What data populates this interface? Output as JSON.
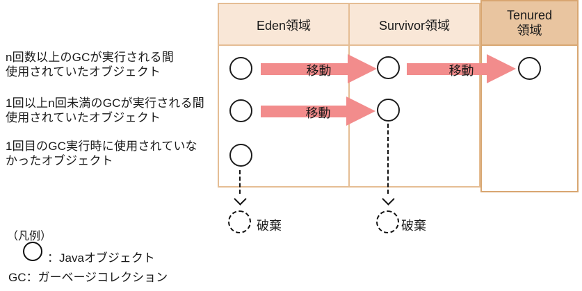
{
  "diagram": {
    "columns": [
      {
        "id": "eden",
        "label": "Eden領域"
      },
      {
        "id": "survivor",
        "label": "Survivor領域"
      },
      {
        "id": "tenured",
        "label": "Tenured\n領域"
      }
    ],
    "row_descriptions": [
      "n回数以上のGCが実行される間\n使用されていたオブジェクト",
      "1回以上n回未満のGCが実行される間\n使用されていたオブジェクト",
      "1回目のGC実行時に使用されていな\nかったオブジェクト"
    ],
    "move_label": "移動",
    "discard_label": "破棄"
  },
  "legend": {
    "title": "（凡例）",
    "java_object": "：Javaオブジェクト",
    "gc": "GC：ガーベージコレクション"
  },
  "colors": {
    "header_light": "#f9e7d7",
    "header_dark": "#e9c5a0",
    "border_light": "#e5bd94",
    "border_dark": "#d8a671",
    "arrow_pink": "#f28c8c"
  }
}
